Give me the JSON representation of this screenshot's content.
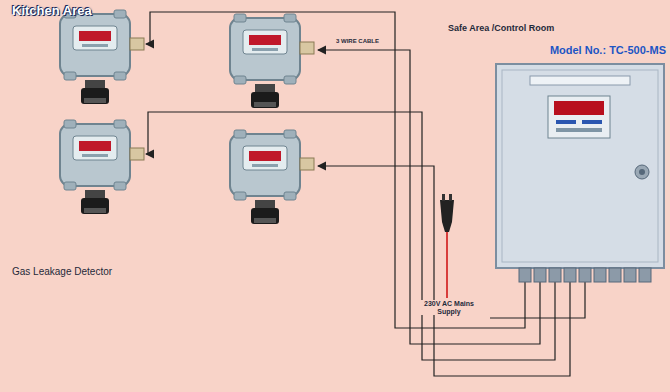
{
  "diagram": {
    "nodes": [
      {
        "text": [
          "Model No.: TC-500-MS"
        ]
      }
    ],
    "labels": [
      "Kitchen Area",
      "Safe Area /Control Room",
      "3 WIRE CABLE",
      "Gas Leakage Detector",
      "230V AC Mains Supply"
    ]
  }
}
